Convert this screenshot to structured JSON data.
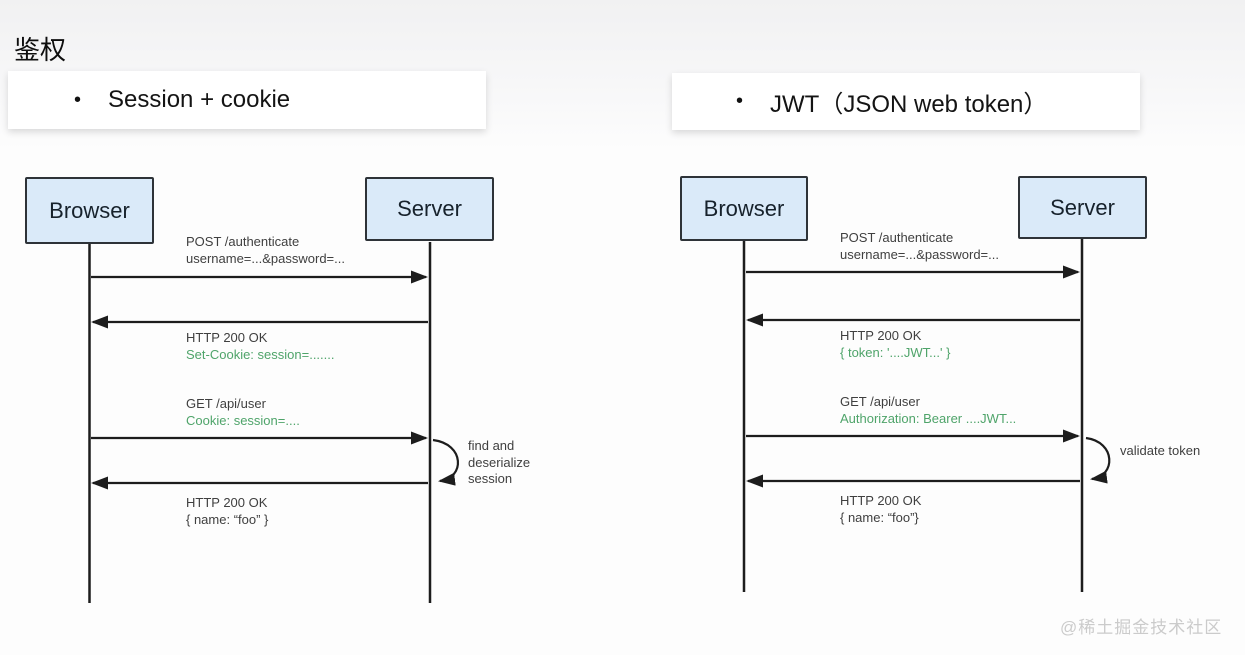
{
  "page": {
    "title": "鉴权",
    "watermark": "@稀土掘金技术社区"
  },
  "bullets": {
    "left": {
      "marker": "•",
      "label": "Session + cookie"
    },
    "right": {
      "marker": "•",
      "label": "JWT（JSON web token）"
    }
  },
  "colors": {
    "actor_box_fill": "#daeaf9",
    "actor_box_border": "#2e3338",
    "line_color": "#1d1d1d",
    "message_text": "#3f3f3f",
    "highlight_green": "#4fa46a",
    "watermark_gray": "#cbcbcb"
  },
  "diagrams": {
    "session": {
      "actor_left": "Browser",
      "actor_right": "Server",
      "msg1_line1": "POST /authenticate",
      "msg1_line2": "username=...&password=...",
      "msg2_line1": "HTTP 200 OK",
      "msg2_line2": "Set-Cookie: session=.......",
      "msg3_line1": "GET /api/user",
      "msg3_line2": "Cookie: session=....",
      "note_line1": "find and",
      "note_line2": "deserialize",
      "note_line3": "session",
      "msg4_line1": "HTTP 200 OK",
      "msg4_line2": "{ name: “foo” }"
    },
    "jwt": {
      "actor_left": "Browser",
      "actor_right": "Server",
      "msg1_line1": "POST /authenticate",
      "msg1_line2": "username=...&password=...",
      "msg2_line1": "HTTP 200 OK",
      "msg2_line2": "{ token: '....JWT...' }",
      "msg3_line1": "GET /api/user",
      "msg3_line2": "Authorization: Bearer ....JWT...",
      "note_line1": "validate token",
      "msg4_line1": "HTTP 200 OK",
      "msg4_line2": "{ name: “foo”}"
    }
  }
}
